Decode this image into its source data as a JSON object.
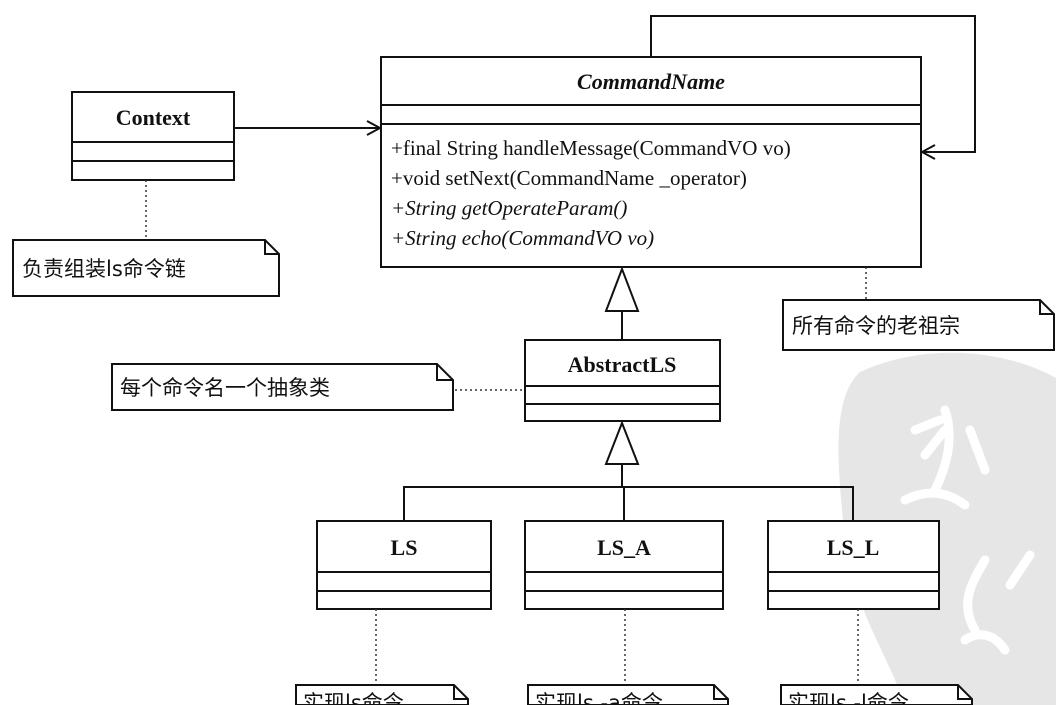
{
  "classes": {
    "context": {
      "name": "Context"
    },
    "command_name": {
      "name": "CommandName",
      "operations": [
        "+final String handleMessage(CommandVO vo)",
        "+void setNext(CommandName _operator)",
        "+String getOperateParam()",
        "+String echo(CommandVO vo)"
      ]
    },
    "abstract_ls": {
      "name": "AbstractLS"
    },
    "ls": {
      "name": "LS"
    },
    "ls_a": {
      "name": "LS_A"
    },
    "ls_l": {
      "name": "LS_L"
    }
  },
  "notes": {
    "context": "负责组装ls命令链",
    "command_name": "所有命令的老祖宗",
    "abstract_ls": "每个命令名一个抽象类",
    "ls": "实现ls命令",
    "ls_a": "实现ls -a命令",
    "ls_l": "实现ls -l命令"
  },
  "colors": {
    "line": "#111111",
    "background": "#ffffff",
    "watermark": "#e6e6e6"
  }
}
